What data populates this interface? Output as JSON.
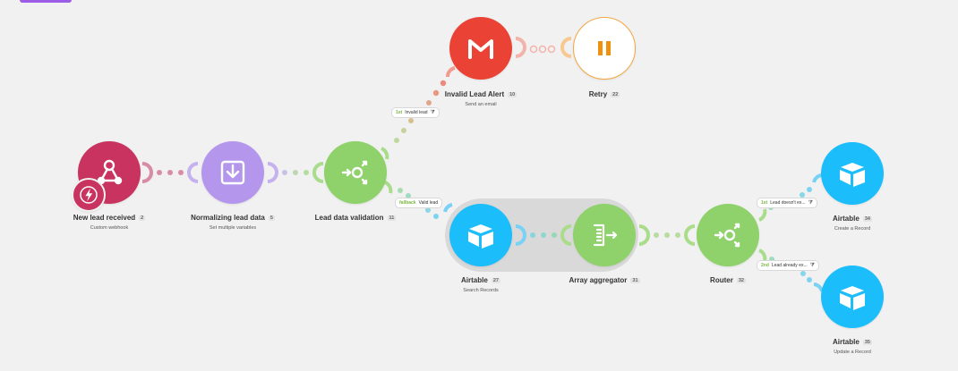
{
  "colors": {
    "webhook": "#c8345f",
    "tools": "#b497ec",
    "flow": "#8fd16a",
    "airtable": "#1bbdfa",
    "gmail": "#ea4335",
    "retry": "#f0900f",
    "canvas": "#f1f1f1"
  },
  "modules": [
    {
      "title": "New lead received",
      "id": "2",
      "subtitle": "Custom webhook",
      "icon": "webhook-icon"
    },
    {
      "title": "Normalizing lead data",
      "id": "5",
      "subtitle": "Set multiple variables",
      "icon": "download-tray-icon"
    },
    {
      "title": "Lead data validation",
      "id": "11",
      "subtitle": "",
      "icon": "router-icon"
    },
    {
      "title": "Invalid Lead Alert",
      "id": "10",
      "subtitle": "Send an email",
      "icon": "gmail-icon"
    },
    {
      "title": "Retry",
      "id": "22",
      "subtitle": "",
      "icon": "pause-icon"
    },
    {
      "title": "Airtable",
      "id": "27",
      "subtitle": "Search Records",
      "icon": "airtable-icon"
    },
    {
      "title": "Array aggregator",
      "id": "31",
      "subtitle": "",
      "icon": "aggregator-icon"
    },
    {
      "title": "Router",
      "id": "32",
      "subtitle": "",
      "icon": "router-icon"
    },
    {
      "title": "Airtable",
      "id": "34",
      "subtitle": "Create a Record",
      "icon": "airtable-icon"
    },
    {
      "title": "Airtable",
      "id": "35",
      "subtitle": "Update a Record",
      "icon": "airtable-icon"
    }
  ],
  "filters": {
    "invalid": {
      "route": "1st",
      "label": "Invalid lead"
    },
    "valid": {
      "route": "fallback",
      "label": "Valid lead"
    },
    "doesnt_exist": {
      "route": "1st",
      "label": "Lead doesn't ex..."
    },
    "already_exists": {
      "route": "2nd",
      "label": "Lead already ex..."
    }
  }
}
